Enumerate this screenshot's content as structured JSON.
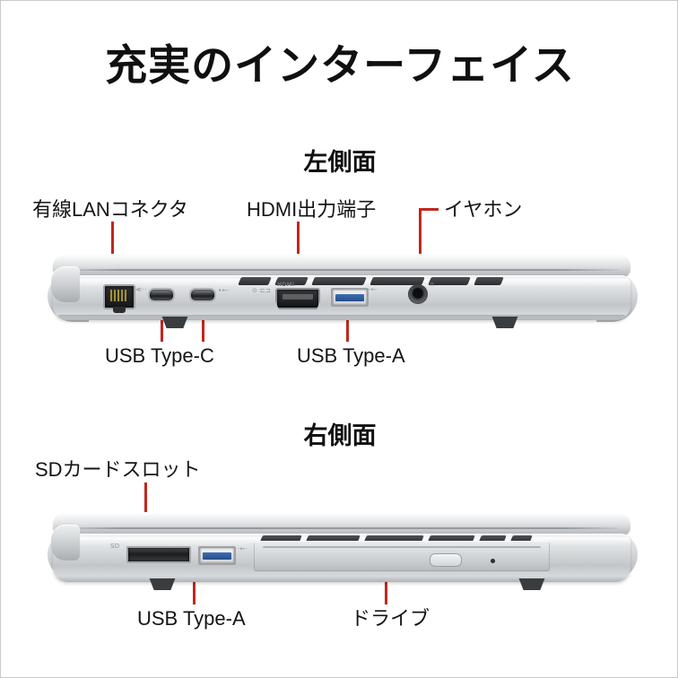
{
  "page": {
    "title": "充実のインターフェイス",
    "accent_color": "#c0281e",
    "background_color": "#ffffff"
  },
  "sections": [
    {
      "id": "left-side",
      "heading": "左側面",
      "labels": [
        {
          "key": "lan",
          "text": "有線LANコネクタ"
        },
        {
          "key": "hdmi",
          "text": "HDMI出力端子"
        },
        {
          "key": "phone",
          "text": "イヤホン"
        },
        {
          "key": "usbc",
          "text": "USB Type-C"
        },
        {
          "key": "usba",
          "text": "USB Type-A"
        }
      ],
      "ports": [
        "lan-port",
        "usb-c-port",
        "usb-c-port",
        "hdmi-port",
        "usb-a-port",
        "headphone-jack"
      ],
      "port_etch": {
        "usbc_left": "≪⋅⋅",
        "usbc_right": "•←⋅",
        "power": "⊙ ⊏⊐",
        "hdmi": "HDMI",
        "usba": "⋅←⋅",
        "jack": "∩"
      }
    },
    {
      "id": "right-side",
      "heading": "右側面",
      "labels": [
        {
          "key": "sd",
          "text": "SDカードスロット"
        },
        {
          "key": "usba",
          "text": "USB Type-A"
        },
        {
          "key": "drive",
          "text": "ドライブ"
        }
      ],
      "ports": [
        "sd-card-slot",
        "usb-a-port",
        "optical-drive"
      ],
      "port_etch": {
        "sd": "SD",
        "usba": "⋅←⋅"
      }
    }
  ]
}
